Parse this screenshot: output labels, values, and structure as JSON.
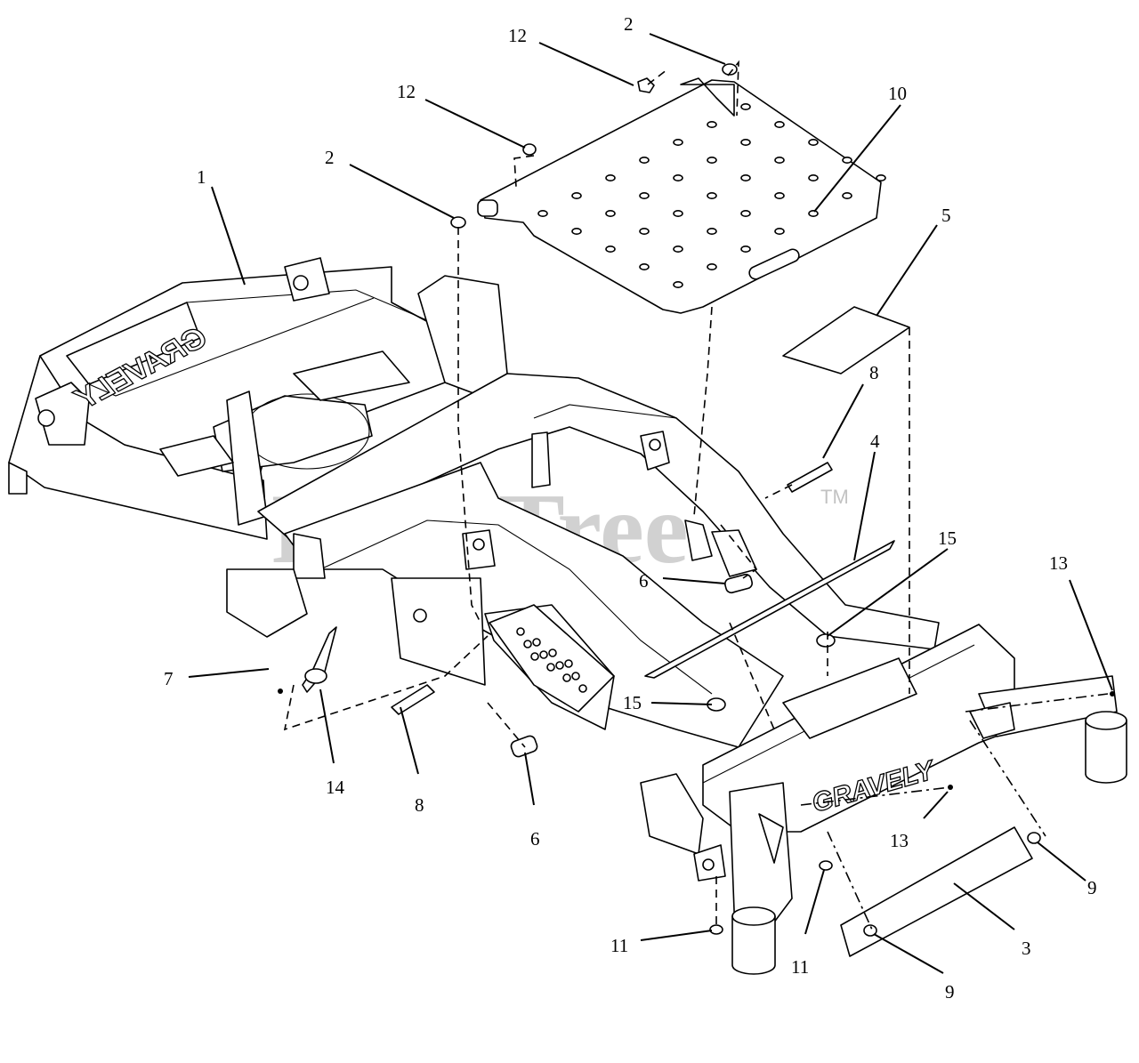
{
  "diagram": {
    "watermark": {
      "text": "PartsTree",
      "trademark": "TM"
    },
    "brand_marks": [
      "GRAVELY",
      "GRAVELY"
    ],
    "callouts": [
      "1",
      "2",
      "2",
      "3",
      "4",
      "5",
      "6",
      "6",
      "7",
      "8",
      "8",
      "9",
      "9",
      "10",
      "11",
      "11",
      "12",
      "12",
      "13",
      "13",
      "14",
      "15",
      "15"
    ]
  }
}
